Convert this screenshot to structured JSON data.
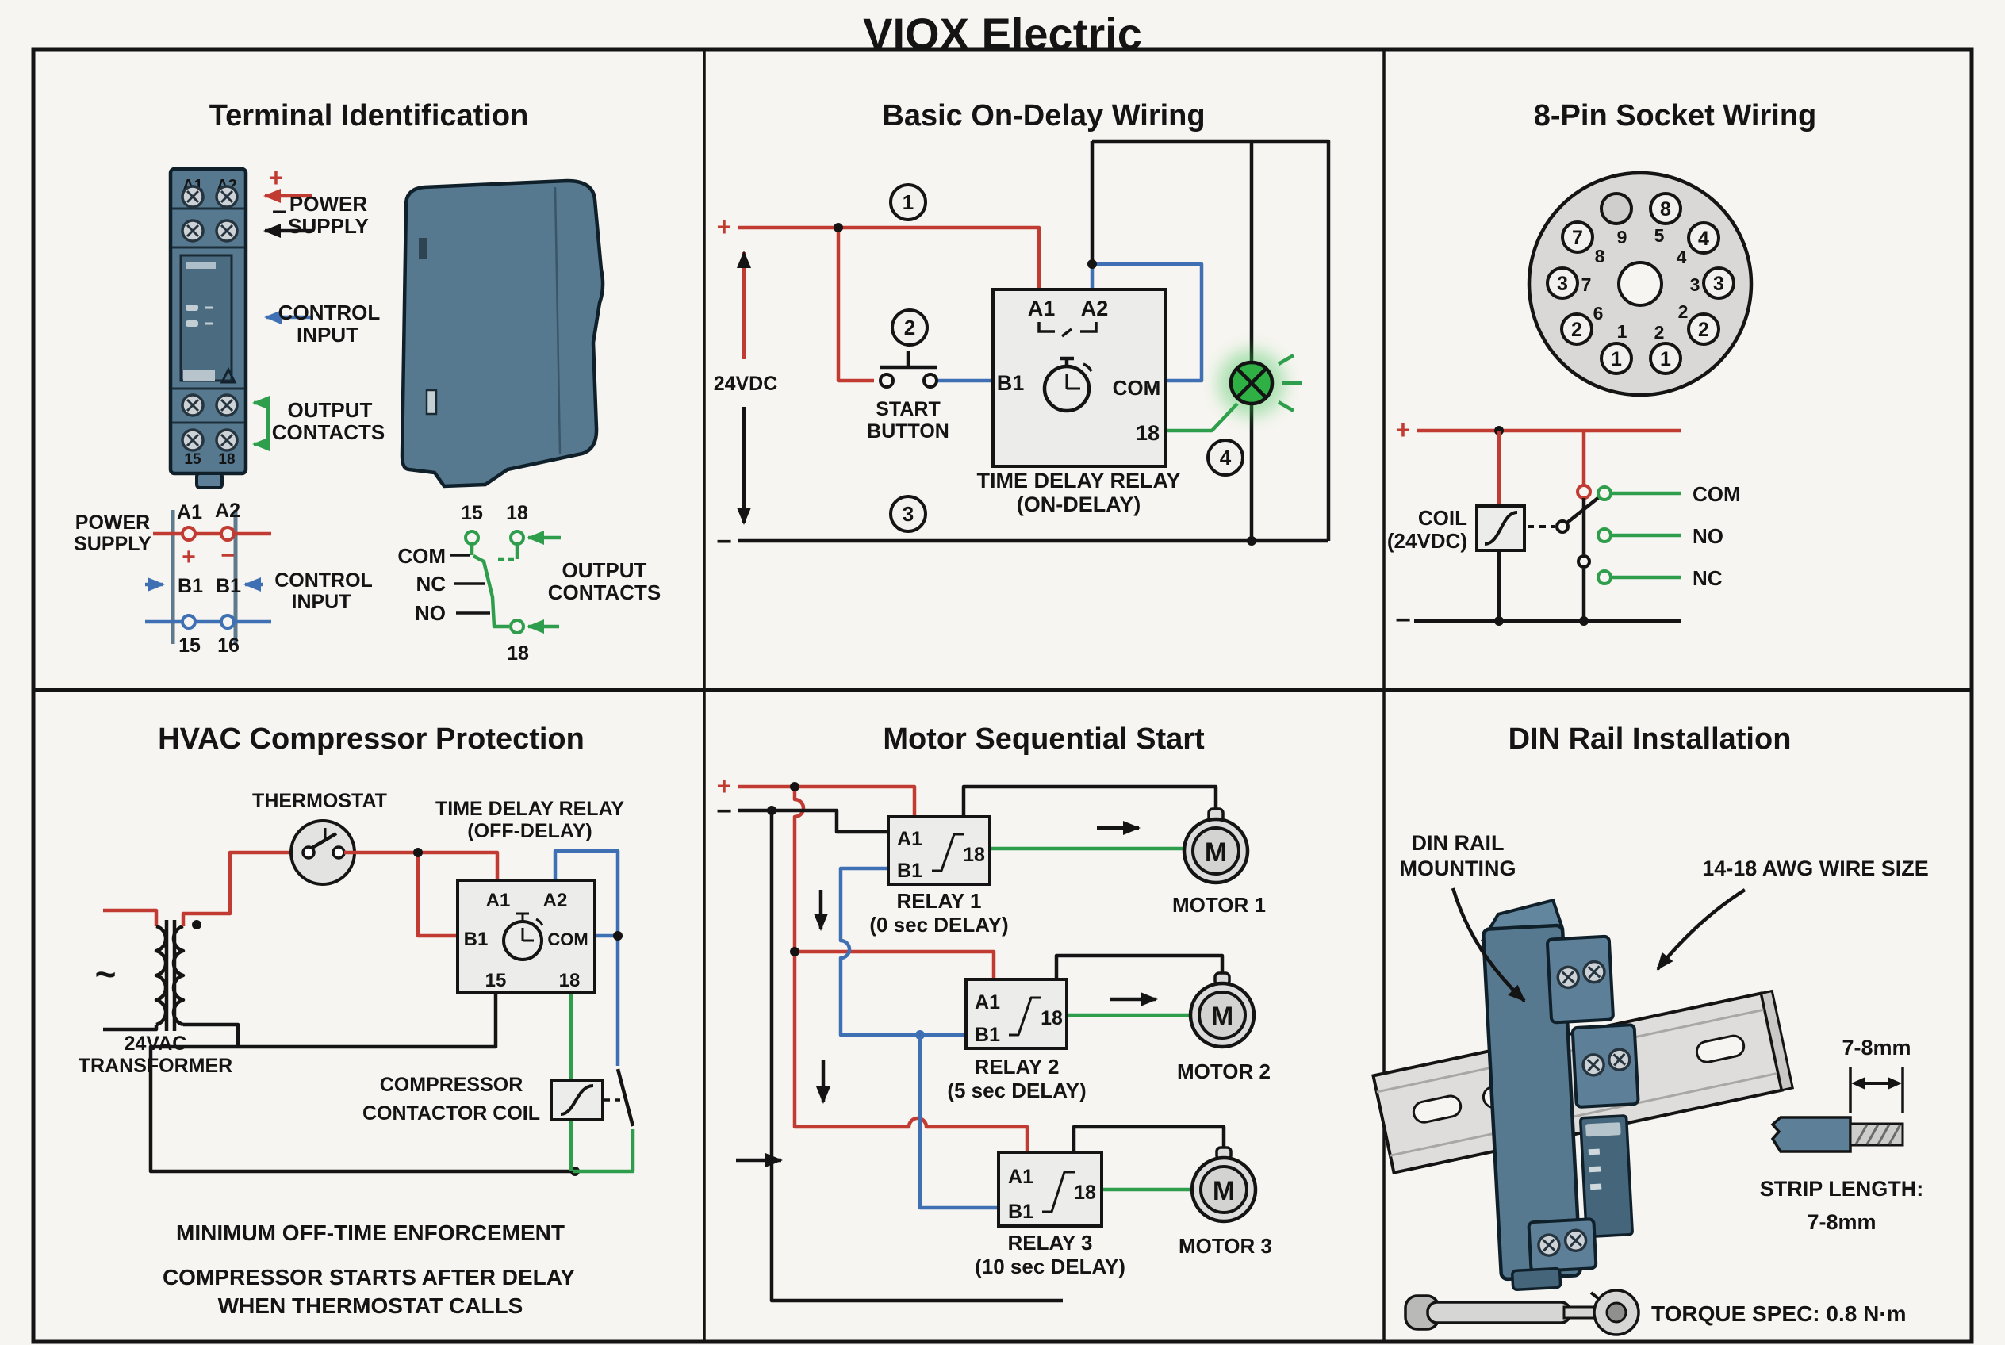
{
  "page": {
    "title": "VIOX Electric"
  },
  "colors": {
    "background": "#f7f5f1",
    "wire_red": "#c23b33",
    "wire_blue": "#4070b4",
    "wire_green": "#2f9e4c",
    "module_blue": "#56798f",
    "lamp_green": "#2fb044"
  },
  "p1": {
    "title": "Terminal Identification",
    "dev": {
      "a1": "A1",
      "a2": "A2",
      "t15": "15",
      "t18": "18"
    },
    "ann": {
      "plus": "+",
      "minus": "−",
      "power1": "POWER",
      "power2": "SUPPLY",
      "ctrl1": "CONTROL",
      "ctrl2": "INPUT",
      "out1": "OUTPUT",
      "out2": "CONTACTS"
    },
    "sch1": {
      "power1": "POWER",
      "power2": "SUPPLY",
      "a1": "A1",
      "a2": "A2",
      "plus": "+",
      "minus": "−",
      "b1l": "B1",
      "b1r": "B1",
      "ctrl1": "CONTROL",
      "ctrl2": "INPUT",
      "t15": "15",
      "t16": "16"
    },
    "sch2": {
      "t15": "15",
      "t18": "18",
      "com": "COM",
      "nc": "NC",
      "no": "NO",
      "t18b": "18",
      "out1": "OUTPUT",
      "out2": "CONTACTS"
    }
  },
  "p2": {
    "title": "Basic On-Delay Wiring",
    "plus": "+",
    "minus": "−",
    "voltage": "24VDC",
    "steps": [
      "1",
      "2",
      "3",
      "4"
    ],
    "start1": "START",
    "start2": "BUTTON",
    "relay": {
      "a1": "A1",
      "a2": "A2",
      "b1": "B1",
      "com": "COM",
      "t18": "18"
    },
    "cap1": "TIME DELAY RELAY",
    "cap2": "(ON-DELAY)"
  },
  "p3": {
    "title": "8-Pin Socket Wiring",
    "pins": [
      "8",
      "7",
      "4",
      "3",
      "3",
      "2",
      "2",
      "1",
      "1"
    ],
    "ring": [
      "9",
      "5",
      "8",
      "4",
      "7",
      "3",
      "6",
      "2",
      "1",
      "2"
    ],
    "plus": "+",
    "minus": "−",
    "coil1": "COIL",
    "coil2": "(24VDC)",
    "com": "COM",
    "no": "NO",
    "nc": "NC"
  },
  "p4": {
    "title": "HVAC Compressor Protection",
    "thermostat": "THERMOSTAT",
    "cap1": "TIME DELAY RELAY",
    "cap2": "(OFF-DELAY)",
    "relay": {
      "a1": "A1",
      "a2": "A2",
      "b1": "B1",
      "com": "COM",
      "t15": "15",
      "t18": "18"
    },
    "xfmr1": "24VAC",
    "xfmr2": "TRANSFORMER",
    "cc1": "COMPRESSOR",
    "cc2": "CONTACTOR COIL",
    "note1": "MINIMUM OFF-TIME ENFORCEMENT",
    "note2": "COMPRESSOR STARTS AFTER DELAY",
    "note3": "WHEN THERMOSTAT CALLS"
  },
  "p5": {
    "title": "Motor Sequential Start",
    "plus": "+",
    "minus": "−",
    "relays": [
      {
        "name": "RELAY 1",
        "delay": "(0 sec DELAY)",
        "a1": "A1",
        "b1": "B1",
        "t18": "18"
      },
      {
        "name": "RELAY 2",
        "delay": "(5 sec DELAY)",
        "a1": "A1",
        "b1": "B1",
        "t18": "18"
      },
      {
        "name": "RELAY 3",
        "delay": "(10 sec DELAY)",
        "a1": "A1",
        "b1": "B1",
        "t18": "18"
      }
    ],
    "motors": [
      {
        "sym": "M",
        "name": "MOTOR 1"
      },
      {
        "sym": "M",
        "name": "MOTOR 2"
      },
      {
        "sym": "M",
        "name": "MOTOR 3"
      }
    ]
  },
  "p6": {
    "title": "DIN Rail Installation",
    "mount1": "DIN RAIL",
    "mount2": "MOUNTING",
    "wire_size": "14-18 AWG WIRE SIZE",
    "dim": "7-8mm",
    "strip1": "STRIP LENGTH:",
    "strip2": "7-8mm",
    "torque": "TORQUE SPEC: 0.8 N·m"
  }
}
